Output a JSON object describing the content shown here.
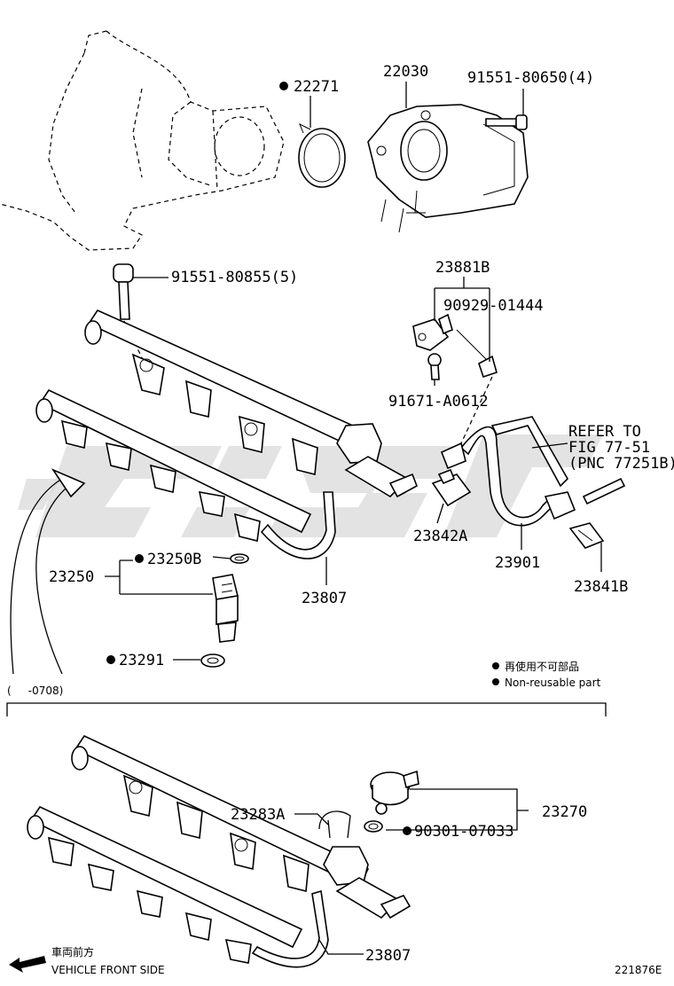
{
  "parts": {
    "p22271": "22271",
    "p22030": "22030",
    "p91551_80650": "91551-80650(4)",
    "p91551_80855": "91551-80855(5)",
    "p23881B": "23881B",
    "p90929": "90929-01444",
    "p91671": "91671-A0612",
    "p23842A": "23842A",
    "p23901": "23901",
    "p23841B": "23841B",
    "p23250": "23250",
    "p23250B": "23250B",
    "p23291": "23291",
    "p23807_top": "23807",
    "p23283A": "23283A",
    "p23270": "23270",
    "p90301": "90301-07033",
    "p23807_bottom": "23807"
  },
  "refer": {
    "line1": "REFER TO",
    "line2": "FIG 77-51",
    "line3": "(PNC 77251B)"
  },
  "legend": {
    "jp": "再使用不可部品",
    "en": "Non-reusable part"
  },
  "section_label": "(     -0708)",
  "front": {
    "jp": "車両前方",
    "en": "VEHICLE FRONT SIDE"
  },
  "diagram_id": "221876E",
  "colors": {
    "ink": "#000000",
    "watermark": "#d9d9d9"
  }
}
